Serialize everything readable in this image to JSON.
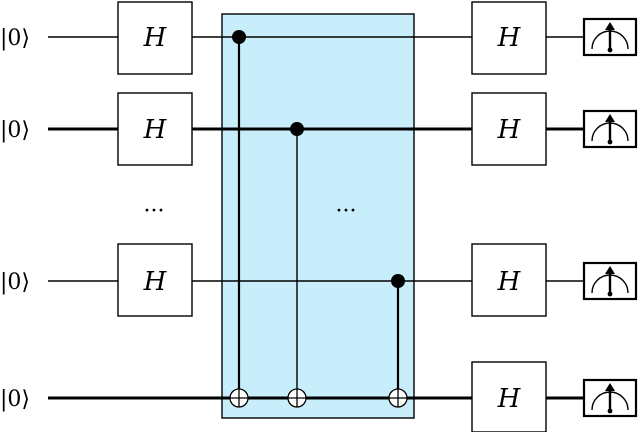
{
  "circuit": {
    "colors": {
      "oracle_fill": "#c7eefa",
      "ink": "#000000"
    },
    "qubits": [
      {
        "state": "|0⟩",
        "gate_in": "H",
        "gate_out": "H",
        "thick": false,
        "measure_icon": "meter-icon"
      },
      {
        "state": "|0⟩",
        "gate_in": "H",
        "gate_out": "H",
        "thick": true,
        "measure_icon": "meter-icon"
      },
      {
        "state": "|0⟩",
        "gate_in": "H",
        "gate_out": "H",
        "thick": false,
        "measure_icon": "meter-icon"
      },
      {
        "state": "|0⟩",
        "gate_in": "",
        "gate_out": "H",
        "thick": true,
        "measure_icon": "meter-icon"
      }
    ],
    "ellipsis_left": "···",
    "ellipsis_oracle": "···",
    "cnots": [
      {
        "control_qubit": 0,
        "target_qubit": 3
      },
      {
        "control_qubit": 1,
        "target_qubit": 3
      },
      {
        "control_qubit": 2,
        "target_qubit": 3
      }
    ]
  }
}
